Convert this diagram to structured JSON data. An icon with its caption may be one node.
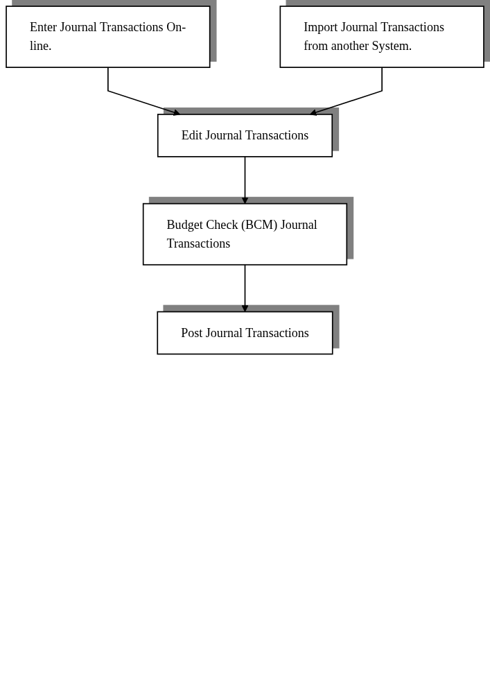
{
  "diagram": {
    "nodes": [
      {
        "text": [
          "Enter Journal Transactions On-line."
        ]
      },
      {
        "text": [
          "Import Journal Transactions from another System."
        ]
      },
      {
        "text": [
          "Edit Journal Transactions"
        ]
      },
      {
        "text": [
          "Budget Check (BCM) Journal Transactions"
        ]
      },
      {
        "text": [
          "Post Journal Transactions"
        ]
      }
    ],
    "edges": [
      {
        "from": 0,
        "to": 2,
        "arrow": "to"
      },
      {
        "from": 1,
        "to": 2,
        "arrow": "to"
      },
      {
        "from": 2,
        "to": 3,
        "arrow": "to"
      },
      {
        "from": 3,
        "to": 4,
        "arrow": "to"
      }
    ]
  }
}
